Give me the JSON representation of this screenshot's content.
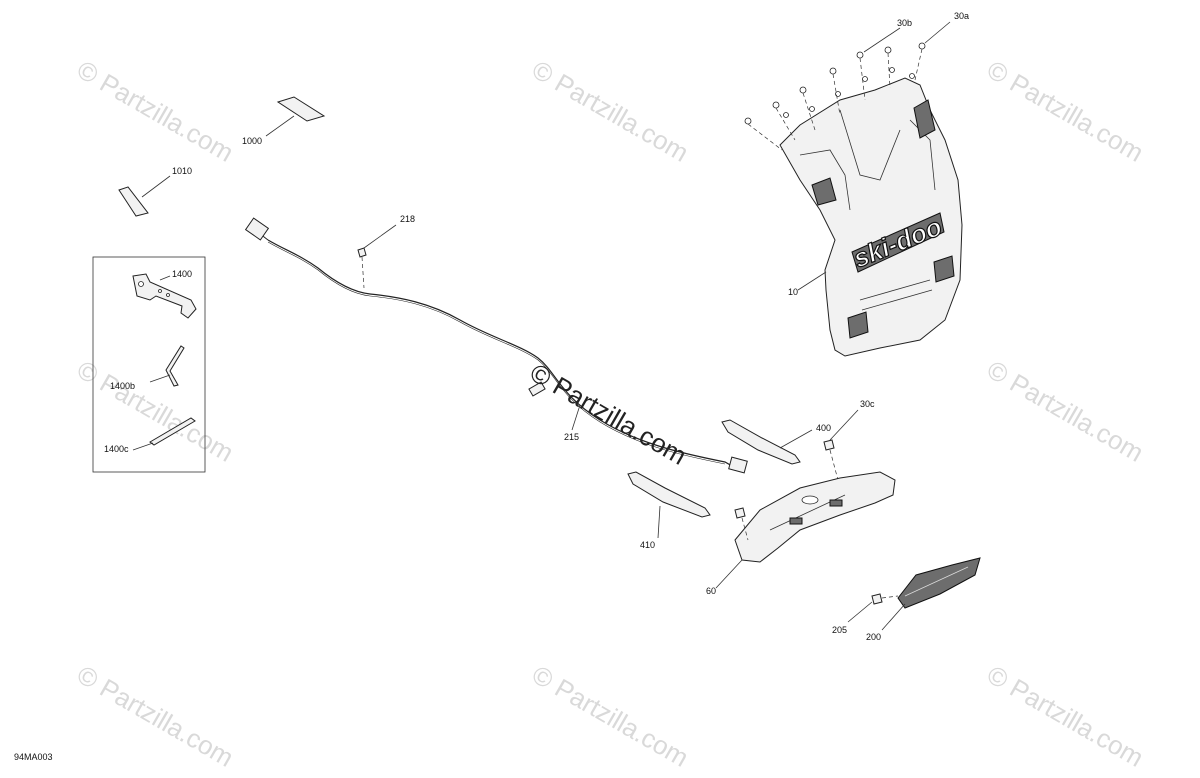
{
  "diagram": {
    "code": "94MA003",
    "brand_text": "ski-doo",
    "watermark": "© Partzilla.com",
    "callouts": {
      "p1000": "1000",
      "p1010": "1010",
      "p218": "218",
      "p1400": "1400",
      "p1400b": "1400b",
      "p1400c": "1400c",
      "p215": "215",
      "p30b": "30b",
      "p30a": "30a",
      "p10": "10",
      "p30c": "30c",
      "p400": "400",
      "p410": "410",
      "p60": "60",
      "p205": "205",
      "p200": "200"
    }
  }
}
